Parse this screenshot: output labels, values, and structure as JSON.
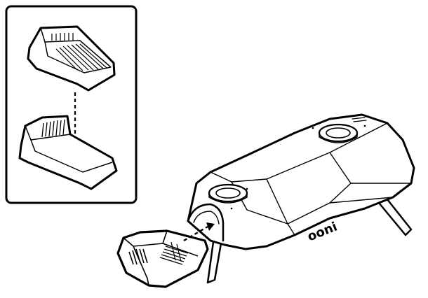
{
  "brand": {
    "logo_text": "ooni"
  },
  "figure": {
    "inset_panel": "tray-assembly-detail",
    "main_view": "oven-with-fuel-tray-insertion"
  }
}
